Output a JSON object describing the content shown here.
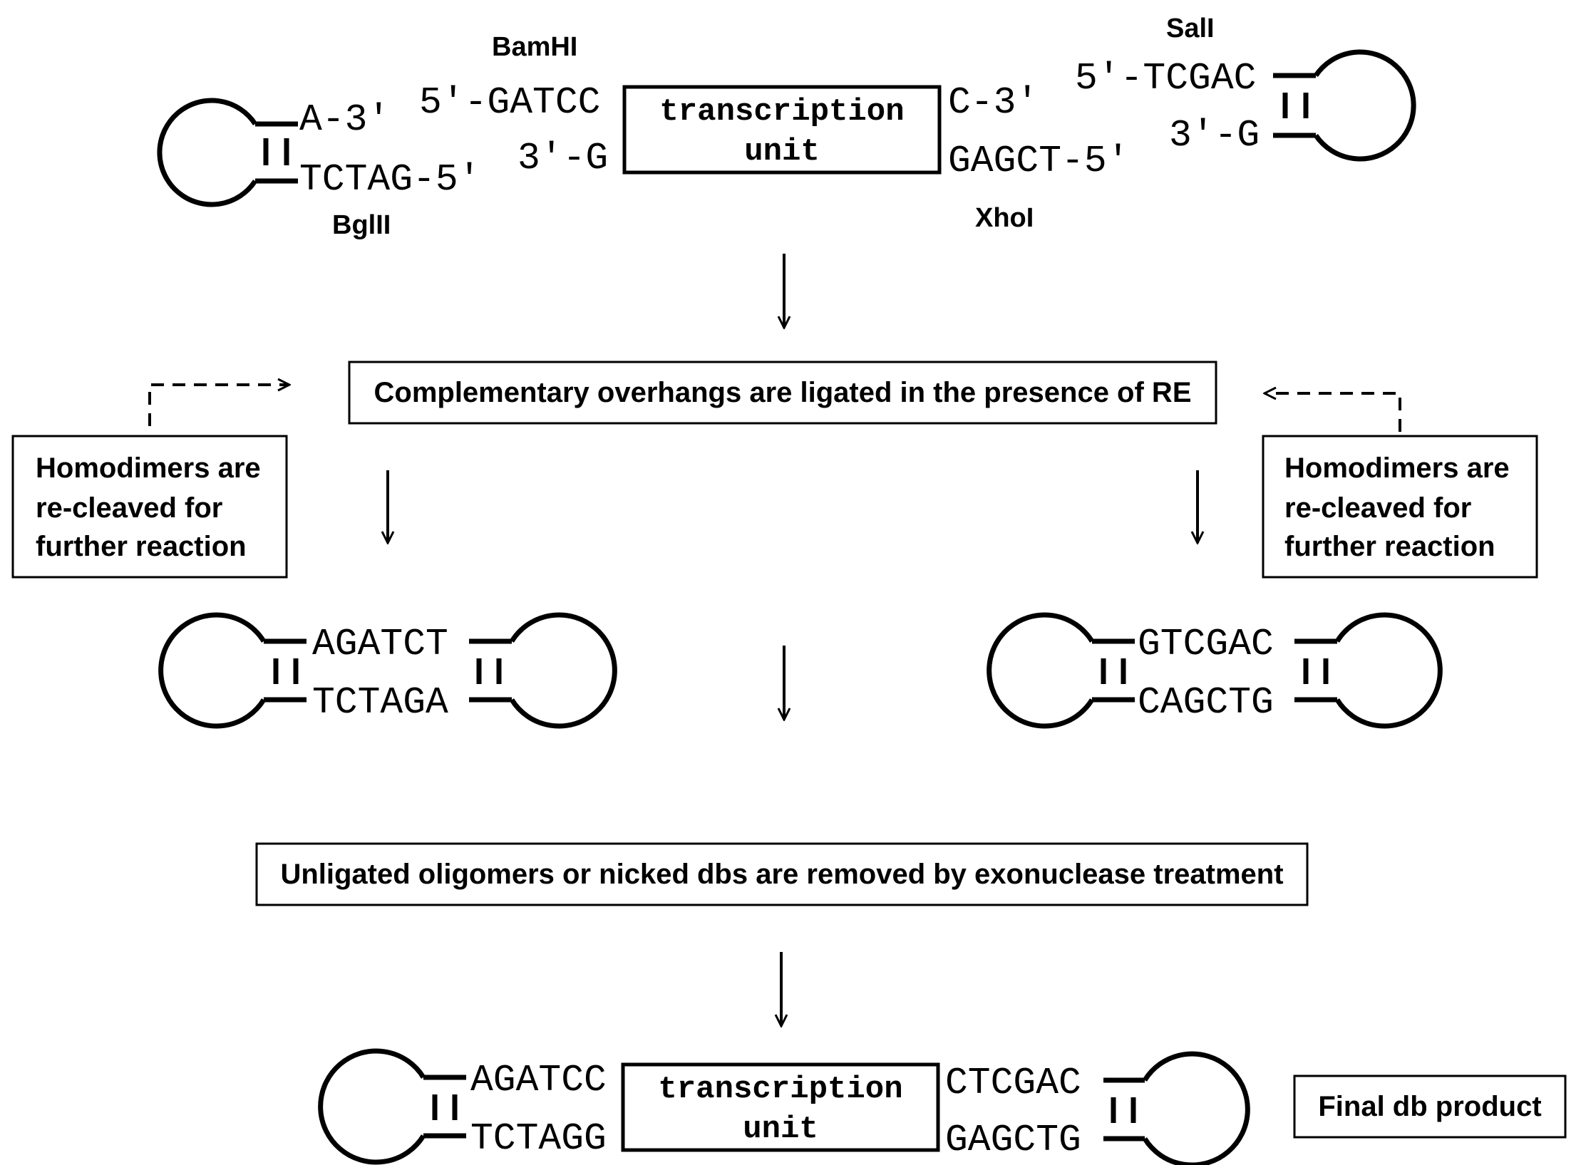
{
  "top_construct": {
    "left_upper": "A-3′",
    "left_lower": "TCTAG-5′",
    "bamhi_label": "BamHI",
    "bglii_label": "BglII",
    "mid_left_upper": "5′-GATCC",
    "mid_left_lower": "3′-G",
    "transcription_unit_line1": "transcription",
    "transcription_unit_line2": "unit",
    "mid_right_upper": "C-3′",
    "mid_right_lower": "GAGCT-5′",
    "xhoi_label": "XhoI",
    "sali_label": "SalI",
    "right_upper": "5′-TCGAC",
    "right_lower": "3′-G"
  },
  "steps": {
    "ligation": "Complementary overhangs are ligated in the presence of RE",
    "homodimer_left": [
      "Homodimers are",
      "re-cleaved for",
      "further reaction"
    ],
    "homodimer_right": [
      "Homodimers are",
      "re-cleaved for",
      "further reaction"
    ],
    "exonuclease": "Unligated oligomers or nicked dbs are removed by exonuclease treatment"
  },
  "homodimers": {
    "left_upper": "AGATCT",
    "left_lower": "TCTAGA",
    "right_upper": "GTCGAC",
    "right_lower": "CAGCTG"
  },
  "final_product": {
    "left_upper": "AGATCC",
    "left_lower": "TCTAGG",
    "transcription_unit_line1": "transcription",
    "transcription_unit_line2": "unit",
    "right_upper": "CTCGAC",
    "right_lower": "GAGCTG",
    "label": "Final db product"
  }
}
